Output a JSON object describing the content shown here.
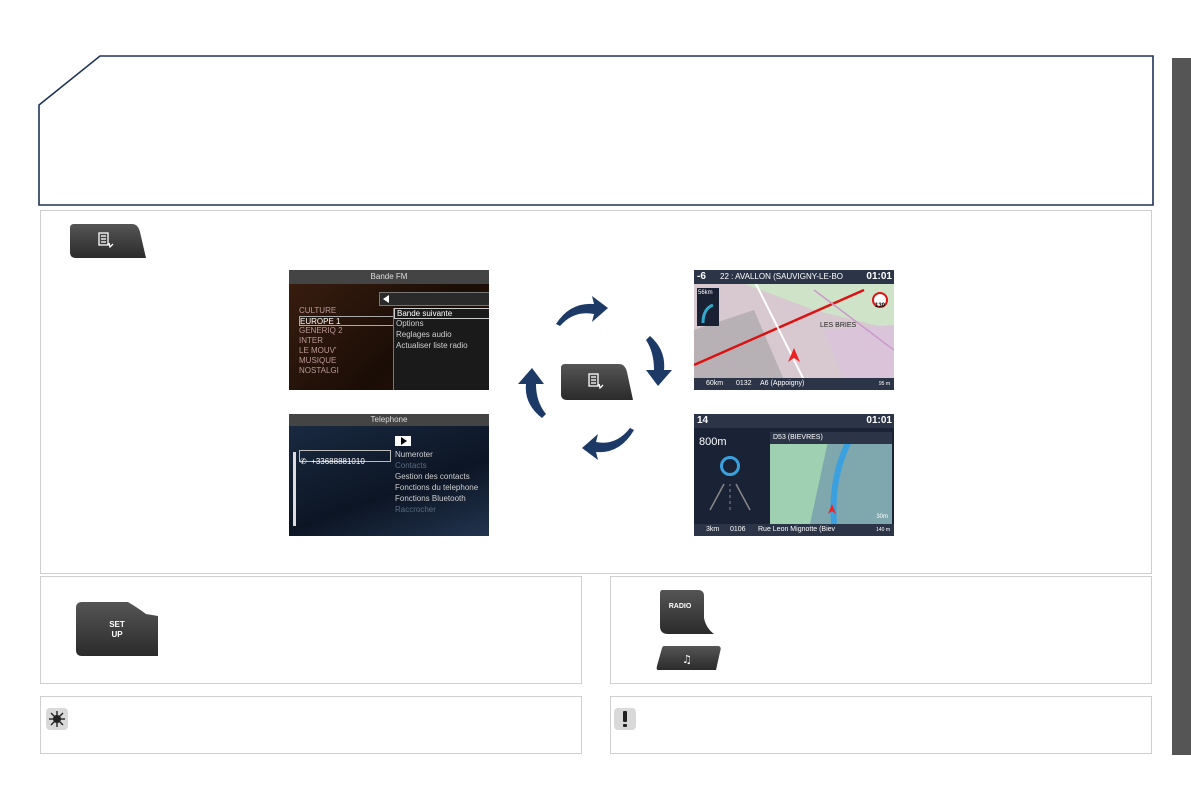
{
  "buttons": {
    "setup_line1": "SET",
    "setup_line2": "UP",
    "radio_label": "RADIO"
  },
  "radio_screen": {
    "title": "Bande FM",
    "stations": [
      "CULTURE",
      "EUROPE 1",
      "GENERIQ 2",
      "INTER",
      "LE MOUV'",
      "MUSIQUE",
      "NOSTALGI"
    ],
    "menu": [
      "Bande suivante",
      "Options",
      "Reglages audio",
      "Actualiser liste radio"
    ]
  },
  "phone_screen": {
    "title": "Telephone",
    "number": "+33688881010",
    "menu": [
      "Numeroter",
      "Contacts",
      "Gestion des contacts",
      "Fonctions du telephone",
      "Fonctions  Bluetooth",
      "Raccrocher"
    ]
  },
  "nav_screen_1": {
    "temp": "-6",
    "destination": "22 : AVALLON (SAUVIGNY-LE-BO",
    "time": "01:01",
    "turn_distance": "56km",
    "speed_limit": "130",
    "place": "LES BRIES",
    "footer_distance": "60km",
    "footer_road": "0132",
    "footer_street": "A6 (Appoigny)",
    "footer_right": "95 m"
  },
  "nav_screen_2": {
    "temp": "14",
    "time": "01:01",
    "distance": "800m",
    "road": "D53 (BIEVRES)",
    "small_distance": "30m",
    "footer_distance": "3km",
    "footer_road": "0106",
    "footer_street": "Rue Leon Mignotte (Biev",
    "footer_right": "140 m"
  },
  "colors": {
    "frame_navy": "#1f3458",
    "arrow_navy": "#1d3a66",
    "edge_bar": "#555555"
  }
}
